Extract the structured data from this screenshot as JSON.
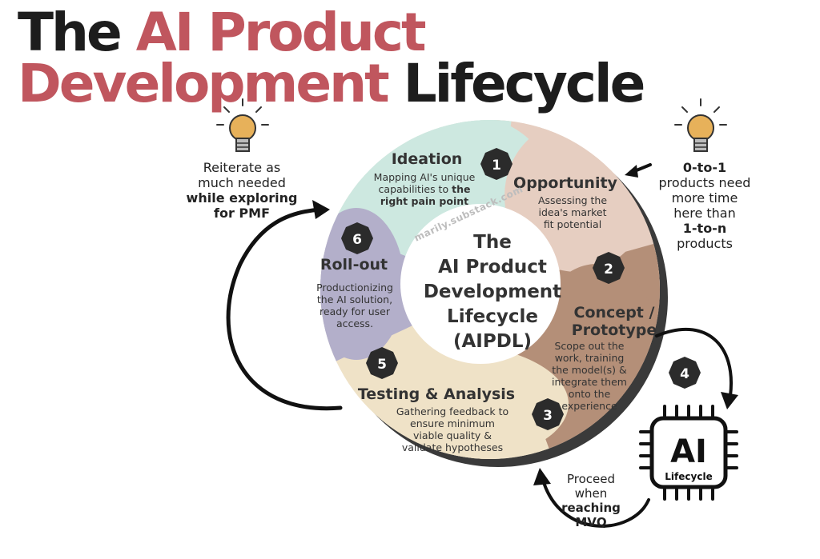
{
  "title": {
    "the": "The",
    "ai_product": "AI Product",
    "development": "Development",
    "lifecycle": "Lifecycle"
  },
  "left_note": {
    "line1": "Reiterate as",
    "line2": "much needed",
    "line3": "while exploring",
    "line4": "for PMF"
  },
  "right_note": {
    "line1": "0-to-1",
    "line2": "products  need",
    "line3": "more time",
    "line4": "here than",
    "line5": "1-to-n",
    "line6": "products"
  },
  "center": {
    "line1": "The",
    "line2": "AI Product",
    "line3": "Development",
    "line4": "Lifecycle",
    "line5": "(AIPDL)",
    "watermark": "marily.substack.com"
  },
  "stages": [
    {
      "number": "1",
      "title": "Ideation",
      "desc1": "Mapping AI's unique",
      "desc2": "capabilities to",
      "desc2_bold": "the",
      "desc3_bold": "right pain point"
    },
    {
      "number": "2",
      "title": "Opportunity",
      "desc1": "Assessing the",
      "desc2": "idea's market",
      "desc3": "fit potential"
    },
    {
      "number": "3",
      "title": "Concept /",
      "title2": "Prototype",
      "desc1": "Scope out the",
      "desc2": "work, training",
      "desc3": "the model(s) &",
      "desc4": "integrate them",
      "desc5": "onto the",
      "desc6": "experience"
    },
    {
      "number": "4"
    },
    {
      "number": "5",
      "title": "Testing & Analysis",
      "desc1": "Gathering feedback to",
      "desc2": "ensure minimum",
      "desc3": "viable quality &",
      "desc4": "validate  hypotheses"
    },
    {
      "number": "6",
      "title": "Roll-out",
      "desc1": "Productionizing",
      "desc2": "the AI solution,",
      "desc3": "ready for user",
      "desc4": "access."
    }
  ],
  "ai_chip": {
    "big": "AI",
    "small": "Lifecycle"
  },
  "proceed_note": {
    "line1": "Proceed",
    "line2": "when",
    "line3": "reaching",
    "line4": "MVQ"
  },
  "colors": {
    "ideation": "#cfe9e2",
    "opportunity": "#e8cfc2",
    "concept": "#b9927b",
    "testing": "#efe2c8",
    "rollout": "#b6b2cc",
    "title_red": "#c0565e",
    "badge": "#2b2b2b"
  }
}
